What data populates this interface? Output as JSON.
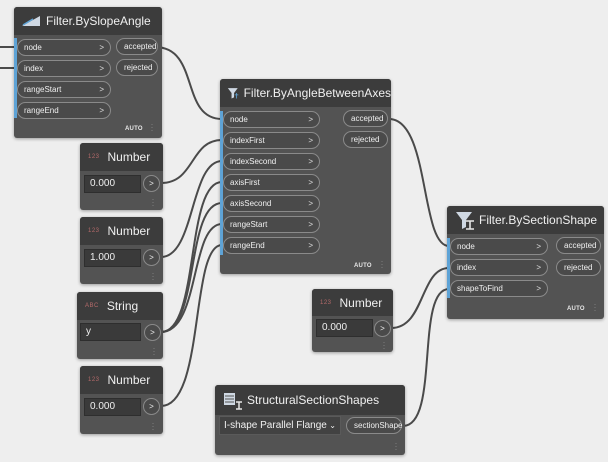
{
  "nodes": {
    "by_slope_angle": {
      "title": "Filter.BySlopeAngle",
      "icon": "filter-slope-icon",
      "inputs": [
        "node",
        "index",
        "rangeStart",
        "rangeEnd"
      ],
      "outputs": [
        "accepted",
        "rejected"
      ],
      "lacing": "AUTO"
    },
    "by_angle_between_axes": {
      "title": "Filter.ByAngleBetweenAxes",
      "icon": "filter-axes-icon",
      "inputs": [
        "node",
        "indexFirst",
        "indexSecond",
        "axisFirst",
        "axisSecond",
        "rangeStart",
        "rangeEnd"
      ],
      "outputs": [
        "accepted",
        "rejected"
      ],
      "lacing": "AUTO"
    },
    "by_section_shape": {
      "title": "Filter.BySectionShape",
      "icon": "filter-section-icon",
      "inputs": [
        "node",
        "index",
        "shapeToFind"
      ],
      "outputs": [
        "accepted",
        "rejected"
      ],
      "lacing": "AUTO"
    },
    "number_1": {
      "title": "Number",
      "type_tag": "123",
      "value": "0.000"
    },
    "number_2": {
      "title": "Number",
      "type_tag": "123",
      "value": "1.000"
    },
    "string_1": {
      "title": "String",
      "type_tag": "ABC",
      "value": "y"
    },
    "number_3": {
      "title": "Number",
      "type_tag": "123",
      "value": "0.000"
    },
    "number_4": {
      "title": "Number",
      "type_tag": "123",
      "value": "0.000"
    },
    "section_shapes": {
      "title": "StructuralSectionShapes",
      "icon": "section-shapes-icon",
      "selected": "I-shape Parallel Flange",
      "output": "sectionShape"
    }
  },
  "colors": {
    "canvas": "#eeeeee",
    "node_body": "#535353",
    "node_header": "#3c3c3c",
    "input_accent": "#5ea3d6",
    "wire": "#4a4a4a"
  }
}
